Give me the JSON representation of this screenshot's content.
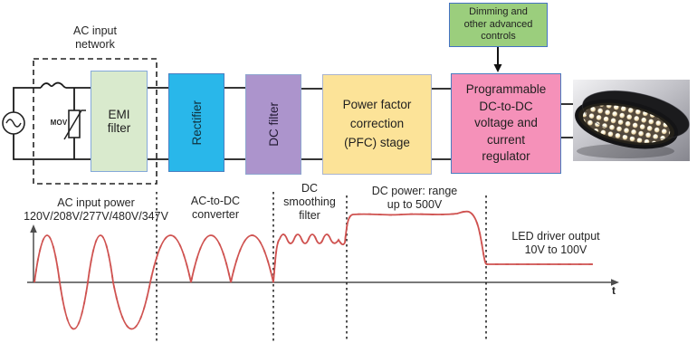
{
  "blocks": {
    "ac_network": "AC input\nnetwork",
    "mov": "MOV",
    "emi": "EMI\nfilter",
    "rectifier": "Rectifier",
    "dc_filter": "DC filter",
    "pfc": "Power factor\ncorrection\n(PFC) stage",
    "regulator": "Programmable\nDC-to-DC\nvoltage and\ncurrent\nregulator",
    "controls": "Dimming and\nother advanced\ncontrols"
  },
  "wave": {
    "seg1": "AC input power\n120V/208V/277V/480V/347V",
    "seg2": "AC-to-DC\nconverter",
    "seg3": "DC\nsmoothing\nfilter",
    "seg4": "DC power: range\nup to 500V",
    "seg5": "LED driver output\n10V to 100V",
    "t_label": "t"
  },
  "colors": {
    "emi_fill": "#d9eacd",
    "rectifier_fill": "#29b7ea",
    "dc_filter_fill": "#ac94cc",
    "pfc_fill": "#fce398",
    "regulator_fill": "#f591b9",
    "controls_fill": "#9bce7d",
    "border_blue": "#4a7fc1",
    "wave_red": "#cf5250",
    "axis_gray": "#4d4d4d"
  }
}
